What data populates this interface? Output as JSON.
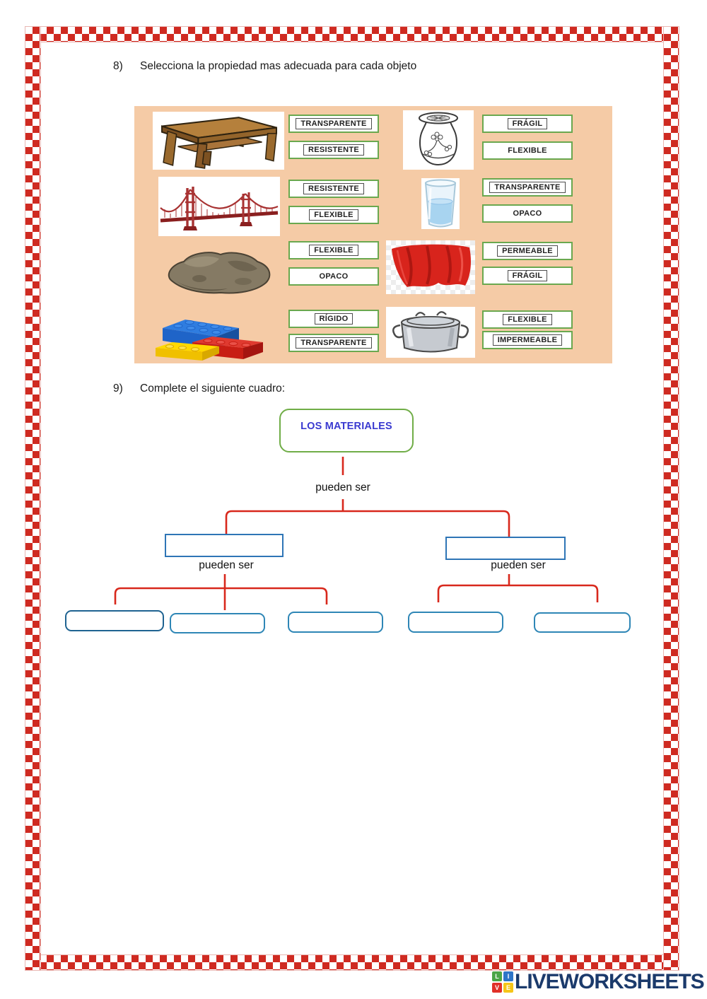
{
  "q8": {
    "number": "8)",
    "title": "Selecciona la propiedad mas adecuada para cada objeto",
    "items": [
      {
        "image": "wooden-table",
        "options": [
          {
            "label": "TRANSPARENTE"
          },
          {
            "label": "RESISTENTE"
          }
        ]
      },
      {
        "image": "vase",
        "options": [
          {
            "label": "FRÁGIL"
          },
          {
            "label": "FLEXIBLE"
          }
        ]
      },
      {
        "image": "suspension-bridge",
        "options": [
          {
            "label": "RESISTENTE"
          },
          {
            "label": "FLEXIBLE"
          }
        ]
      },
      {
        "image": "glass-of-water",
        "options": [
          {
            "label": "TRANSPARENTE"
          },
          {
            "label": "OPACO"
          }
        ]
      },
      {
        "image": "rock",
        "options": [
          {
            "label": "FLEXIBLE"
          },
          {
            "label": "OPACO"
          }
        ]
      },
      {
        "image": "red-cloth",
        "options": [
          {
            "label": "PERMEABLE"
          },
          {
            "label": "FRÁGIL"
          }
        ]
      },
      {
        "image": "lego-bricks",
        "options": [
          {
            "label": "RÍGIDO"
          },
          {
            "label": "TRANSPARENTE"
          }
        ]
      },
      {
        "image": "cooking-pot",
        "options": [
          {
            "label": "FLEXIBLE"
          },
          {
            "label": "IMPERMEABLE"
          }
        ]
      }
    ]
  },
  "q9": {
    "number": "9)",
    "title": "Complete el siguiente cuadro:",
    "root_label": "LOS MATERIALES",
    "connector_label": "pueden ser"
  },
  "footer": {
    "brand": "LIVEWORKSHEETS",
    "tiles": [
      "L",
      "I",
      "V",
      "E"
    ]
  },
  "colors": {
    "border_red": "#cf2a21",
    "connector_red": "#d8281c",
    "panel_bg": "#f5cba6",
    "option_border_green": "#6aa84f",
    "root_border_green": "#70ad47",
    "root_text_blue": "#3a3ad0",
    "answer_box_blue": "#2e75b6",
    "brand_navy": "#1b3a6b"
  }
}
